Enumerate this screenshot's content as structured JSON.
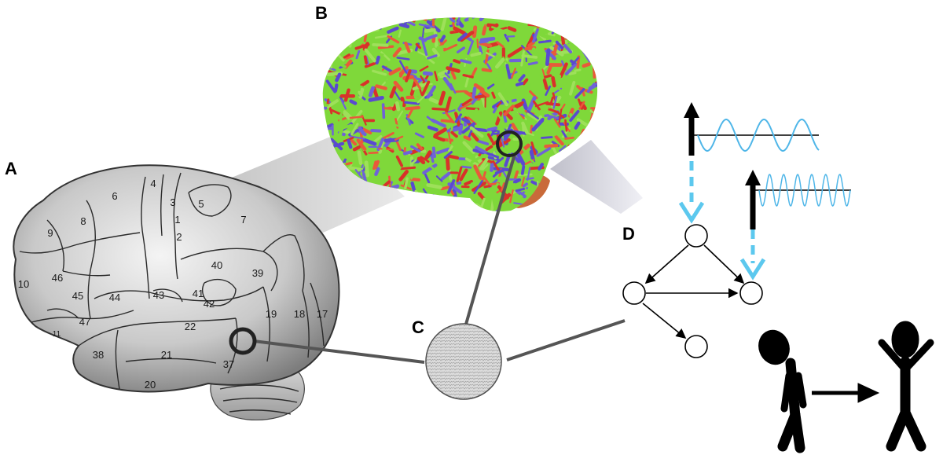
{
  "panel_labels": {
    "a": "A",
    "b": "B",
    "c": "C",
    "d": "D"
  },
  "brodmann_areas": {
    "a4": "4",
    "a6": "6",
    "a3": "3",
    "a5": "5",
    "a1": "1",
    "a2": "2",
    "a7": "7",
    "a8": "8",
    "a9": "9",
    "a40": "40",
    "a39": "39",
    "a10": "10",
    "a46": "46",
    "a45": "45",
    "a44": "44",
    "a43": "43",
    "a41": "41",
    "a42": "42",
    "a47": "47",
    "a11": "11",
    "a22": "22",
    "a19": "19",
    "a18": "18",
    "a17": "17",
    "a38": "38",
    "a21": "21",
    "a37": "37",
    "a20": "20"
  },
  "colors": {
    "tract_red": "#d8322a",
    "tract_green": "#7fd83a",
    "tract_blue": "#6f62d8",
    "wave_blue": "#4fb6e8",
    "dashed_arrow": "#5cc8ee"
  },
  "icons": {
    "brain": "brodmann-brain-illustration",
    "tractography": "tractography-brain",
    "eeg": "magnified-signal-circle",
    "network": "directed-graph-icon",
    "person": "stick-figure-icon"
  }
}
